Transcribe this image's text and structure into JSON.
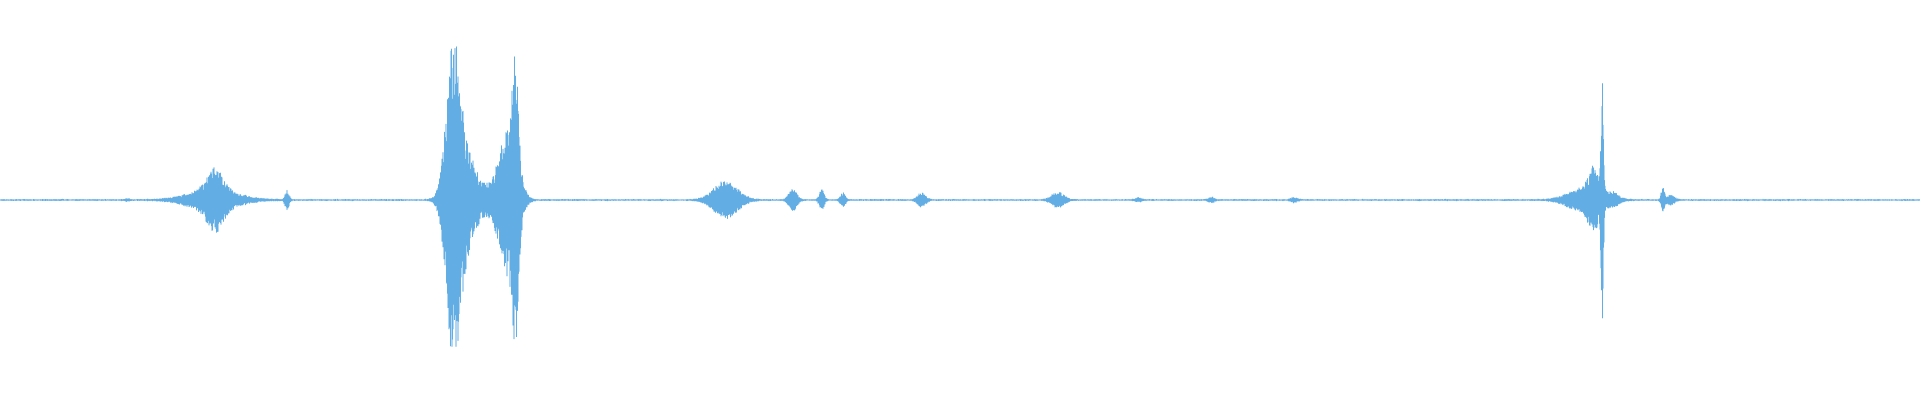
{
  "waveform": {
    "color": "#62ade3",
    "background": "#ffffff",
    "duration_fraction_bursts": [
      {
        "center": 0.0665,
        "width": 0.0012,
        "amplitude": 0.006
      },
      {
        "center": 0.111,
        "width": 0.012,
        "amplitude": 0.055
      },
      {
        "center": 0.112,
        "width": 0.004,
        "amplitude": 0.11
      },
      {
        "center": 0.1495,
        "width": 0.001,
        "amplitude": 0.045
      },
      {
        "center": 0.236,
        "width": 0.0035,
        "amplitude": 0.67
      },
      {
        "center": 0.242,
        "width": 0.006,
        "amplitude": 0.24
      },
      {
        "center": 0.26,
        "width": 0.0045,
        "amplitude": 0.12
      },
      {
        "center": 0.266,
        "width": 0.004,
        "amplitude": 0.33
      },
      {
        "center": 0.2685,
        "width": 0.0015,
        "amplitude": 0.45
      },
      {
        "center": 0.378,
        "width": 0.006,
        "amplitude": 0.095
      },
      {
        "center": 0.413,
        "width": 0.002,
        "amplitude": 0.055
      },
      {
        "center": 0.428,
        "width": 0.0012,
        "amplitude": 0.05
      },
      {
        "center": 0.439,
        "width": 0.0012,
        "amplitude": 0.035
      },
      {
        "center": 0.48,
        "width": 0.002,
        "amplitude": 0.035
      },
      {
        "center": 0.551,
        "width": 0.003,
        "amplitude": 0.04
      },
      {
        "center": 0.593,
        "width": 0.0015,
        "amplitude": 0.01
      },
      {
        "center": 0.631,
        "width": 0.0015,
        "amplitude": 0.012
      },
      {
        "center": 0.674,
        "width": 0.0015,
        "amplitude": 0.012
      },
      {
        "center": 0.825,
        "width": 0.008,
        "amplitude": 0.06
      },
      {
        "center": 0.83,
        "width": 0.0025,
        "amplitude": 0.12
      },
      {
        "center": 0.8345,
        "width": 0.0006,
        "amplitude": 0.57
      },
      {
        "center": 0.84,
        "width": 0.003,
        "amplitude": 0.03
      },
      {
        "center": 0.866,
        "width": 0.0008,
        "amplitude": 0.06
      },
      {
        "center": 0.87,
        "width": 0.002,
        "amplitude": 0.025
      }
    ],
    "noise_floor": 0.004
  }
}
